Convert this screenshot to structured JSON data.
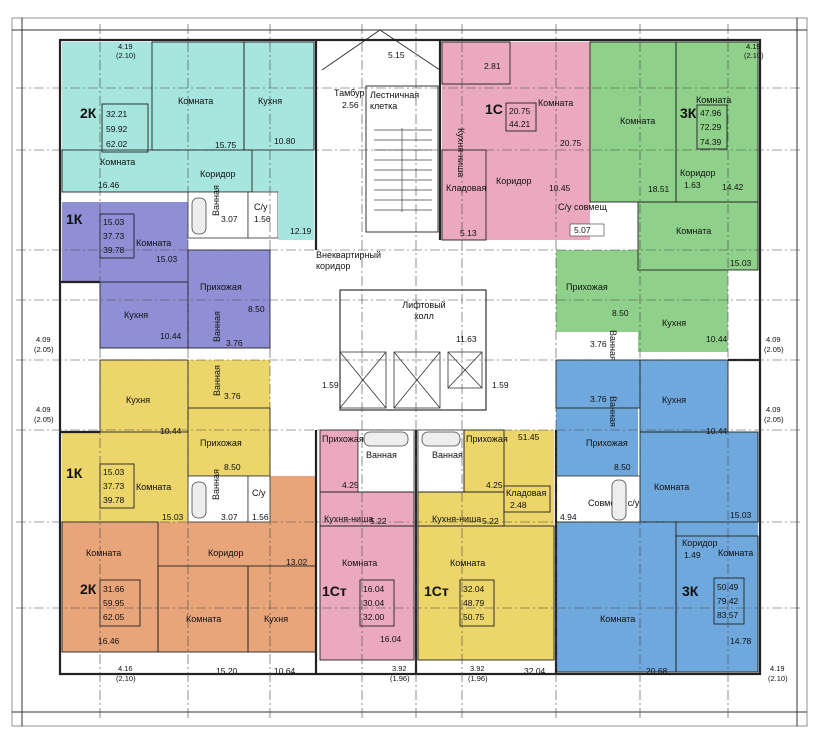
{
  "colors": {
    "cyan": "#a6e6df",
    "pink": "#eba9bf",
    "green": "#8fd18a",
    "purple": "#8f8fd6",
    "yellow": "#ecd56a",
    "orange": "#e8a57a",
    "blue": "#6fa8dc",
    "white": "#ffffff"
  },
  "apartments": {
    "a2k_top": {
      "type": "2К",
      "a1": "32.21",
      "a2": "59.92",
      "a3": "62.02"
    },
    "a1c_top": {
      "type": "1С",
      "a1": "20.75",
      "a2": "44.21"
    },
    "a3k_top": {
      "type": "3К",
      "a1": "47.96",
      "a2": "72.29",
      "a3": "74.39"
    },
    "a1k_top": {
      "type": "1К",
      "a1": "15.03",
      "a2": "37.73",
      "a3": "39.78"
    },
    "a1k_bot": {
      "type": "1К",
      "a1": "15.03",
      "a2": "37.73",
      "a3": "39.78"
    },
    "a2k_bot": {
      "type": "2К",
      "a1": "31.66",
      "a2": "59.95",
      "a3": "62.05"
    },
    "a1st_l": {
      "type": "1Ст",
      "a1": "16.04",
      "a2": "30.04",
      "a3": "32.00"
    },
    "a1st_r": {
      "type": "1Ст",
      "a1": "32.04",
      "a2": "48.79",
      "a3": "50.75"
    },
    "a3k_bot": {
      "type": "3К",
      "a1": "50.49",
      "a2": "79.42",
      "a3": "83.57"
    }
  },
  "rooms": {
    "komnata": "Комната",
    "kuhnya": "Кухня",
    "koridor": "Коридор",
    "prihozhaya": "Прихожая",
    "vannaya": "Ванная",
    "su": "С/у",
    "su_sovm": "С/у совмещ",
    "sovmesh_su": "Совмещ. с/у",
    "kladovaya": "Кладовая",
    "kuhnya_nisha": "Кухня-ниша",
    "tambur": "Тамбур",
    "lestn": "Лестничная клетка",
    "vnekv": "Внеквартирный коридор",
    "lift": "Лифтовый холл"
  },
  "areas": {
    "t2k_komnata": "15.75",
    "t2k_kuhnya": "10.80",
    "t2k_komnata2": "16.46",
    "t2k_vann": "3.07",
    "t2k_su": "1.56",
    "t2k_kor": "12.19",
    "t1c_komn": "20.75",
    "t1c_kor": "10.45",
    "t1c_klad": "5.13",
    "t1c_su": "5.07",
    "t1c_top": "2.81",
    "t3k_komn": "18.51",
    "t3k_komn2": "14.42",
    "t3k_kor": "1.63",
    "t3k_komn3": "15.03",
    "t3k_pri": "8.50",
    "t3k_kuh": "10.44",
    "t3k_vann": "3.76",
    "tambur": "2.56",
    "top_dim": "5.15",
    "l1k_komn": "15.03",
    "l1k_pri": "8.50",
    "l1k_kuh": "10.44",
    "l1k_vann": "3.76",
    "lift": "11.63",
    "c159a": "1.59",
    "c159b": "1.59",
    "c5145": "51.45",
    "bl_kuh": "10.44",
    "bl_vann": "3.76",
    "bl_pri": "8.50",
    "bl_komn": "15.03",
    "bl_vann2": "3.07",
    "bl_su": "1.56",
    "b2k_kor": "13.02",
    "b2k_k1": "16.46",
    "b2k_k2": "15.20",
    "b2k_kuh": "10.64",
    "st_l_pri": "4.25",
    "st_l_kn": "5.22",
    "st_l_komn": "16.04",
    "st_r_pri": "4.25",
    "st_r_kn": "5.22",
    "st_r_klad": "2.48",
    "st_r_komn": "32.04",
    "br_kuh": "10.44",
    "br_vann": "3.76",
    "br_pri": "8.50",
    "br_komn": "15.03",
    "br_su": "4.94",
    "b3k_kor": "1.49",
    "b3k_k1": "20.68",
    "b3k_k2": "14.78"
  },
  "dims": {
    "tl1": "4.19",
    "tl2": "(2.10)",
    "tr1": "4.19",
    "tr2": "(2.10)",
    "ml1": "4.09",
    "ml2": "(2.05)",
    "ml3": "4.09",
    "ml4": "(2.05)",
    "mr1": "4.09",
    "mr2": "(2.05)",
    "mr3": "4.09",
    "mr4": "(2.05)",
    "bl1": "4.16",
    "bl2": "(2.10)",
    "bc1": "3.92",
    "bc2": "(1.96)",
    "bc3": "3.92",
    "bc4": "(1.96)",
    "br1": "4.19",
    "br2": "(2.10)"
  }
}
